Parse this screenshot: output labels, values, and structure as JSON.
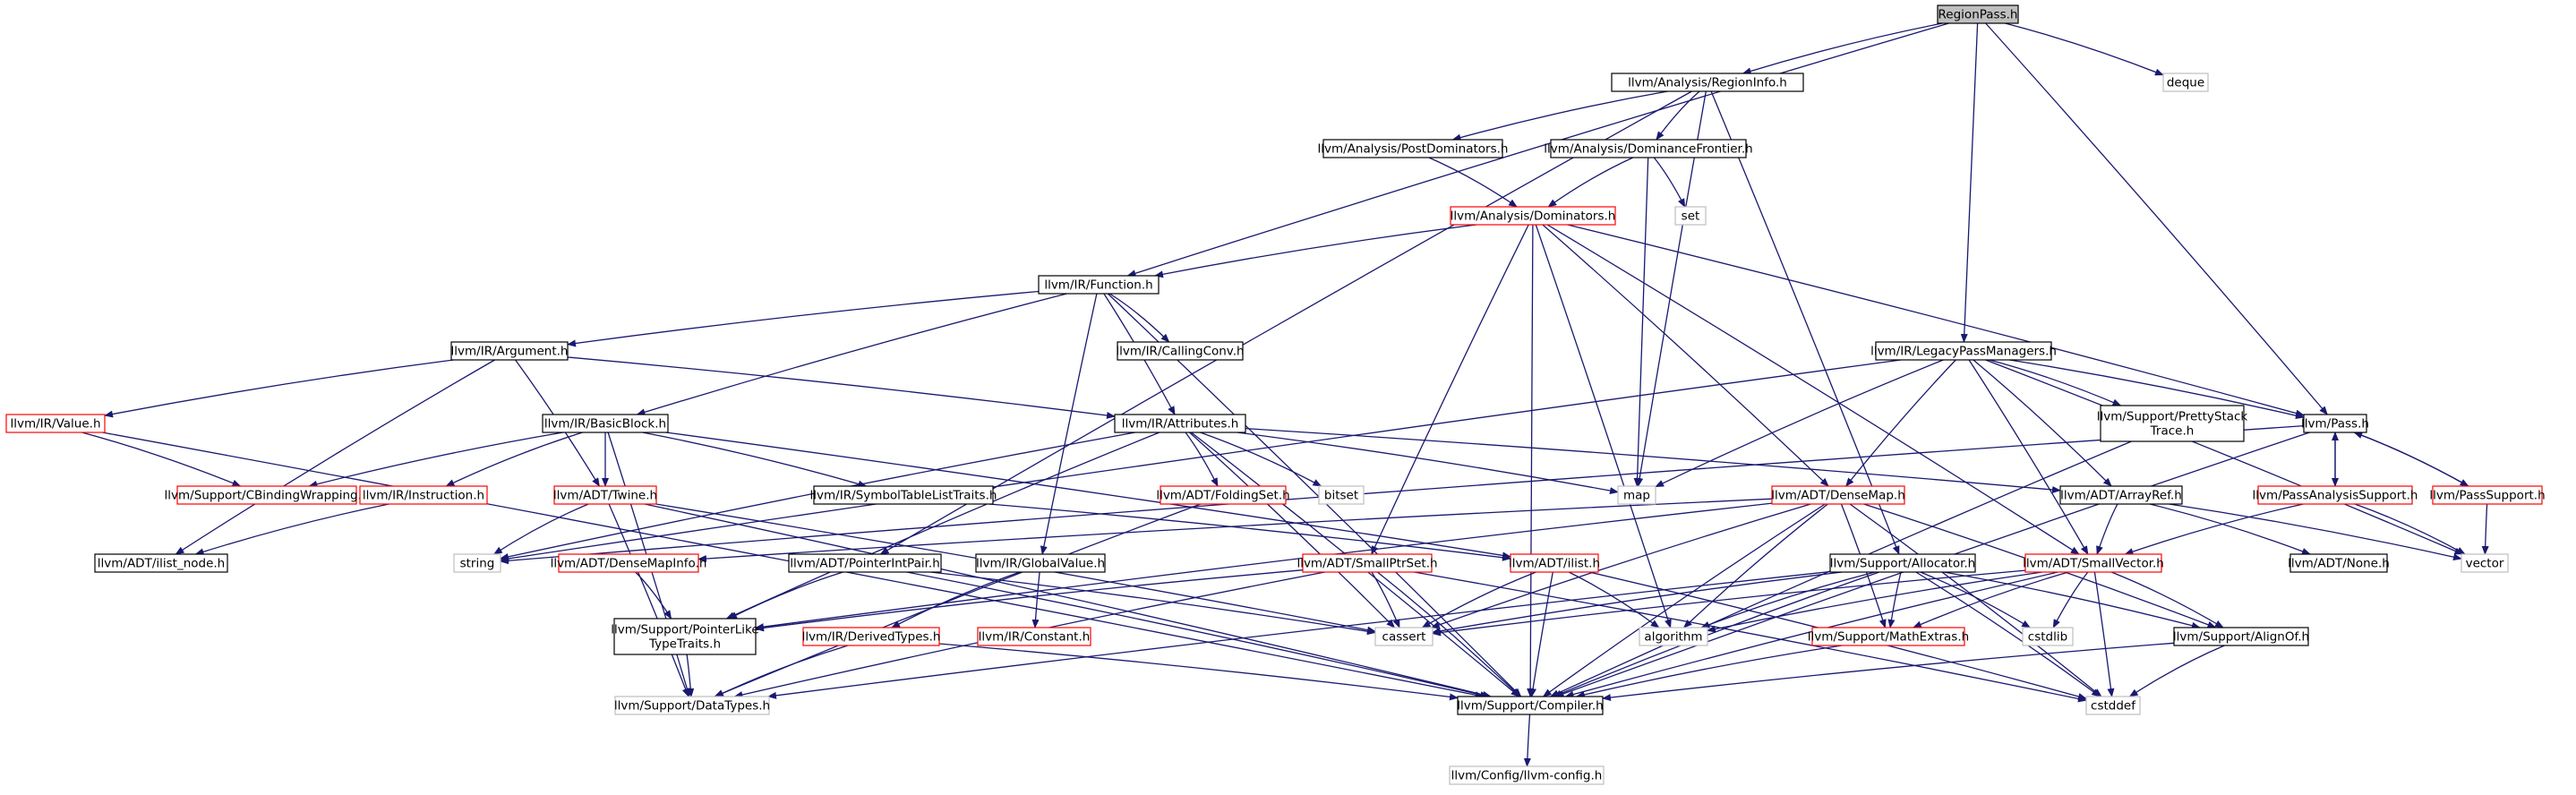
{
  "graph": {
    "colors": {
      "edge": "#191970",
      "border_normal": "#000000",
      "border_external": "#bfbfbf",
      "border_truncated": "#ff0000",
      "fill_root": "#bfbfbf",
      "fill_default": "#ffffff"
    },
    "nodes": [
      {
        "id": "regionpass",
        "label": "RegionPass.h",
        "style": "root"
      },
      {
        "id": "regioninfo",
        "label": "llvm/Analysis/RegionInfo.h",
        "style": "normal"
      },
      {
        "id": "deque",
        "label": "deque",
        "style": "external"
      },
      {
        "id": "postdom",
        "label": "llvm/Analysis/PostDominators.h",
        "style": "normal"
      },
      {
        "id": "domfrontier",
        "label": "llvm/Analysis/DominanceFrontier.h",
        "style": "normal"
      },
      {
        "id": "set",
        "label": "set",
        "style": "external"
      },
      {
        "id": "dominators",
        "label": "llvm/Analysis/Dominators.h",
        "style": "truncated"
      },
      {
        "id": "function",
        "label": "llvm/IR/Function.h",
        "style": "normal"
      },
      {
        "id": "callingconv",
        "label": "llvm/IR/CallingConv.h",
        "style": "normal"
      },
      {
        "id": "legacypm",
        "label": "llvm/IR/LegacyPassManagers.h",
        "style": "normal"
      },
      {
        "id": "argument",
        "label": "llvm/IR/Argument.h",
        "style": "normal"
      },
      {
        "id": "attributes",
        "label": "llvm/IR/Attributes.h",
        "style": "normal"
      },
      {
        "id": "prettystack",
        "label": "llvm/Support/PrettyStack\nTrace.h",
        "style": "normal"
      },
      {
        "id": "pass",
        "label": "llvm/Pass.h",
        "style": "normal"
      },
      {
        "id": "value",
        "label": "llvm/IR/Value.h",
        "style": "truncated"
      },
      {
        "id": "basicblock",
        "label": "llvm/IR/BasicBlock.h",
        "style": "normal"
      },
      {
        "id": "cbinding",
        "label": "llvm/Support/CBindingWrapping.h",
        "style": "truncated"
      },
      {
        "id": "instruction",
        "label": "llvm/IR/Instruction.h",
        "style": "truncated"
      },
      {
        "id": "twine",
        "label": "llvm/ADT/Twine.h",
        "style": "truncated"
      },
      {
        "id": "symtab",
        "label": "llvm/IR/SymbolTableListTraits.h",
        "style": "normal"
      },
      {
        "id": "foldingset",
        "label": "llvm/ADT/FoldingSet.h",
        "style": "truncated"
      },
      {
        "id": "bitset",
        "label": "bitset",
        "style": "external"
      },
      {
        "id": "map",
        "label": "map",
        "style": "external"
      },
      {
        "id": "densemap",
        "label": "llvm/ADT/DenseMap.h",
        "style": "truncated"
      },
      {
        "id": "arrayref",
        "label": "llvm/ADT/ArrayRef.h",
        "style": "normal"
      },
      {
        "id": "passanalysis",
        "label": "llvm/PassAnalysisSupport.h",
        "style": "truncated"
      },
      {
        "id": "passsupport",
        "label": "llvm/PassSupport.h",
        "style": "truncated"
      },
      {
        "id": "ilistnode",
        "label": "llvm/ADT/ilist_node.h",
        "style": "normal"
      },
      {
        "id": "string",
        "label": "string",
        "style": "external"
      },
      {
        "id": "densemapinfo",
        "label": "llvm/ADT/DenseMapInfo.h",
        "style": "truncated"
      },
      {
        "id": "pointerintpair",
        "label": "llvm/ADT/PointerIntPair.h",
        "style": "normal"
      },
      {
        "id": "globalvalue",
        "label": "llvm/IR/GlobalValue.h",
        "style": "normal"
      },
      {
        "id": "smallptrset",
        "label": "llvm/ADT/SmallPtrSet.h",
        "style": "truncated"
      },
      {
        "id": "ilist",
        "label": "llvm/ADT/ilist.h",
        "style": "truncated"
      },
      {
        "id": "allocator",
        "label": "llvm/Support/Allocator.h",
        "style": "normal"
      },
      {
        "id": "smallvector",
        "label": "llvm/ADT/SmallVector.h",
        "style": "truncated"
      },
      {
        "id": "none",
        "label": "llvm/ADT/None.h",
        "style": "normal"
      },
      {
        "id": "vector",
        "label": "vector",
        "style": "external"
      },
      {
        "id": "ptrlike",
        "label": "llvm/Support/PointerLike\nTypeTraits.h",
        "style": "normal"
      },
      {
        "id": "derivedtypes",
        "label": "llvm/IR/DerivedTypes.h",
        "style": "truncated"
      },
      {
        "id": "constant",
        "label": "llvm/IR/Constant.h",
        "style": "truncated"
      },
      {
        "id": "cassert",
        "label": "cassert",
        "style": "external"
      },
      {
        "id": "algorithm",
        "label": "algorithm",
        "style": "external"
      },
      {
        "id": "mathextras",
        "label": "llvm/Support/MathExtras.h",
        "style": "truncated"
      },
      {
        "id": "cstdlib",
        "label": "cstdlib",
        "style": "external"
      },
      {
        "id": "alignof",
        "label": "llvm/Support/AlignOf.h",
        "style": "normal"
      },
      {
        "id": "datatypes",
        "label": "llvm/Support/DataTypes.h",
        "style": "external"
      },
      {
        "id": "compiler",
        "label": "llvm/Support/Compiler.h",
        "style": "normal"
      },
      {
        "id": "cstddef",
        "label": "cstddef",
        "style": "external"
      },
      {
        "id": "llvmconfig",
        "label": "llvm/Config/llvm-config.h",
        "style": "external"
      }
    ],
    "edges": [
      [
        "regionpass",
        "regioninfo"
      ],
      [
        "regionpass",
        "deque"
      ],
      [
        "regionpass",
        "function"
      ],
      [
        "regionpass",
        "legacypm"
      ],
      [
        "regionpass",
        "pass"
      ],
      [
        "regioninfo",
        "postdom"
      ],
      [
        "regioninfo",
        "domfrontier"
      ],
      [
        "regioninfo",
        "pointerintpair"
      ],
      [
        "regioninfo",
        "map"
      ],
      [
        "regioninfo",
        "allocator"
      ],
      [
        "postdom",
        "dominators"
      ],
      [
        "domfrontier",
        "dominators"
      ],
      [
        "domfrontier",
        "set"
      ],
      [
        "domfrontier",
        "map"
      ],
      [
        "dominators",
        "function"
      ],
      [
        "dominators",
        "pass"
      ],
      [
        "dominators",
        "densemap"
      ],
      [
        "dominators",
        "smallptrset"
      ],
      [
        "dominators",
        "smallvector"
      ],
      [
        "dominators",
        "algorithm"
      ],
      [
        "dominators",
        "compiler"
      ],
      [
        "function",
        "argument"
      ],
      [
        "function",
        "basicblock"
      ],
      [
        "function",
        "callingconv"
      ],
      [
        "function",
        "attributes"
      ],
      [
        "function",
        "globalvalue"
      ],
      [
        "function",
        "compiler"
      ],
      [
        "argument",
        "value"
      ],
      [
        "argument",
        "twine"
      ],
      [
        "argument",
        "attributes"
      ],
      [
        "argument",
        "ilistnode"
      ],
      [
        "value",
        "cbinding"
      ],
      [
        "value",
        "compiler"
      ],
      [
        "basicblock",
        "cbinding"
      ],
      [
        "basicblock",
        "instruction"
      ],
      [
        "basicblock",
        "twine"
      ],
      [
        "basicblock",
        "symtab"
      ],
      [
        "basicblock",
        "ilist"
      ],
      [
        "basicblock",
        "datatypes"
      ],
      [
        "instruction",
        "ilistnode"
      ],
      [
        "twine",
        "string"
      ],
      [
        "twine",
        "cassert"
      ],
      [
        "twine",
        "datatypes"
      ],
      [
        "twine",
        "compiler"
      ],
      [
        "symtab",
        "ilist"
      ],
      [
        "attributes",
        "foldingset"
      ],
      [
        "attributes",
        "bitset"
      ],
      [
        "attributes",
        "map"
      ],
      [
        "attributes",
        "arrayref"
      ],
      [
        "attributes",
        "string"
      ],
      [
        "attributes",
        "cassert"
      ],
      [
        "attributes",
        "compiler"
      ],
      [
        "attributes",
        "ptrlike"
      ],
      [
        "foldingset",
        "datatypes"
      ],
      [
        "legacypm",
        "pass"
      ],
      [
        "legacypm",
        "prettystack"
      ],
      [
        "legacypm",
        "densemap"
      ],
      [
        "legacypm",
        "arrayref"
      ],
      [
        "legacypm",
        "smallvector"
      ],
      [
        "legacypm",
        "map"
      ],
      [
        "legacypm",
        "vector"
      ],
      [
        "legacypm",
        "string"
      ],
      [
        "prettystack",
        "compiler"
      ],
      [
        "pass",
        "passanalysis"
      ],
      [
        "pass",
        "passsupport"
      ],
      [
        "pass",
        "string"
      ],
      [
        "pass",
        "compiler"
      ],
      [
        "passanalysis",
        "pass"
      ],
      [
        "passanalysis",
        "smallvector"
      ],
      [
        "passanalysis",
        "vector"
      ],
      [
        "passsupport",
        "pass"
      ],
      [
        "passsupport",
        "vector"
      ],
      [
        "densemap",
        "densemapinfo"
      ],
      [
        "densemap",
        "mathextras"
      ],
      [
        "densemap",
        "alignof"
      ],
      [
        "densemap",
        "algorithm"
      ],
      [
        "densemap",
        "cassert"
      ],
      [
        "densemap",
        "compiler"
      ],
      [
        "densemap",
        "cstddef"
      ],
      [
        "densemap",
        "ptrlike"
      ],
      [
        "densemapinfo",
        "ptrlike"
      ],
      [
        "arrayref",
        "smallvector"
      ],
      [
        "arrayref",
        "none"
      ],
      [
        "arrayref",
        "vector"
      ],
      [
        "pointerintpair",
        "ptrlike"
      ],
      [
        "pointerintpair",
        "cassert"
      ],
      [
        "pointerintpair",
        "compiler"
      ],
      [
        "globalvalue",
        "derivedtypes"
      ],
      [
        "globalvalue",
        "constant"
      ],
      [
        "smallptrset",
        "cassert"
      ],
      [
        "smallptrset",
        "compiler"
      ],
      [
        "smallptrset",
        "cstddef"
      ],
      [
        "smallptrset",
        "ptrlike"
      ],
      [
        "smallptrset",
        "datatypes"
      ],
      [
        "ilist",
        "cassert"
      ],
      [
        "ilist",
        "algorithm"
      ],
      [
        "ilist",
        "compiler"
      ],
      [
        "ilist",
        "cstddef"
      ],
      [
        "allocator",
        "alignof"
      ],
      [
        "allocator",
        "mathextras"
      ],
      [
        "allocator",
        "cassert"
      ],
      [
        "allocator",
        "algorithm"
      ],
      [
        "allocator",
        "cstdlib"
      ],
      [
        "allocator",
        "cstddef"
      ],
      [
        "allocator",
        "compiler"
      ],
      [
        "allocator",
        "datatypes"
      ],
      [
        "smallvector",
        "alignof"
      ],
      [
        "smallvector",
        "mathextras"
      ],
      [
        "smallvector",
        "cassert"
      ],
      [
        "smallvector",
        "algorithm"
      ],
      [
        "smallvector",
        "cstddef"
      ],
      [
        "smallvector",
        "cstdlib"
      ],
      [
        "smallvector",
        "compiler"
      ],
      [
        "ptrlike",
        "datatypes"
      ],
      [
        "derivedtypes",
        "datatypes"
      ],
      [
        "derivedtypes",
        "compiler"
      ],
      [
        "mathextras",
        "compiler"
      ],
      [
        "alignof",
        "compiler"
      ],
      [
        "alignof",
        "cstddef"
      ],
      [
        "compiler",
        "llvmconfig"
      ]
    ]
  }
}
